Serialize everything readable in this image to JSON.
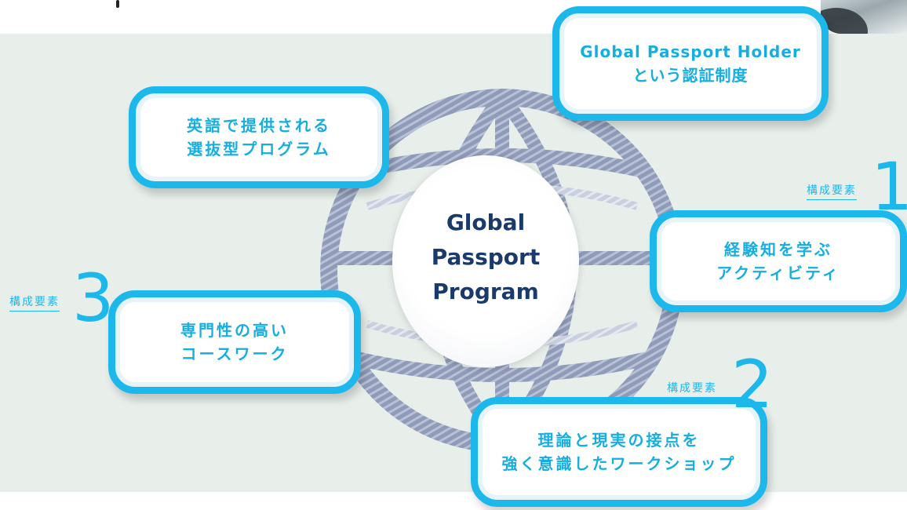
{
  "center": {
    "title": "Global\nPassport\nProgram"
  },
  "cards": {
    "holder": "Global Passport Holder\nという認証制度",
    "english": "英語で提供される\n選抜型プログラム",
    "experience": "経験知を学ぶ\nアクティビティ",
    "coursework": "専門性の高い\nコースワーク",
    "workshop": "理論と現実の接点を\n強く意識したワークショップ"
  },
  "components": {
    "label": "構成要素",
    "one": "1",
    "two": "2",
    "three": "3"
  },
  "colors": {
    "accent": "#1cb8eb",
    "band": "#e8efeb",
    "title": "#1a3a6b",
    "globe": "#8b97b3"
  }
}
